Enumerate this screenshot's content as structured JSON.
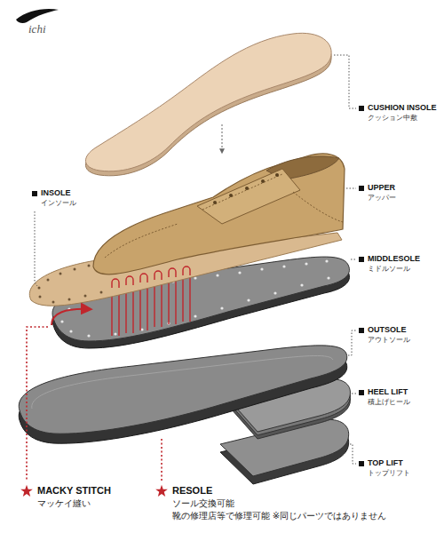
{
  "diagram": {
    "labels": [
      "ichi",
      "CUSHION INSOLE",
      "クッション中敷",
      "INSOLE",
      "インソール",
      "UPPER",
      "アッパー",
      "MIDDLESOLE",
      "ミドルソール",
      "OUTSOLE",
      "アウトソール",
      "HEEL LIFT",
      "積上げヒール",
      "TOP LIFT",
      "トップリフト",
      "MACKY STITCH",
      "マッケイ縫い",
      "RESOLE",
      "ソール交換可能",
      "靴の修理店等で修理可能 ※同じパーツではありません"
    ]
  }
}
